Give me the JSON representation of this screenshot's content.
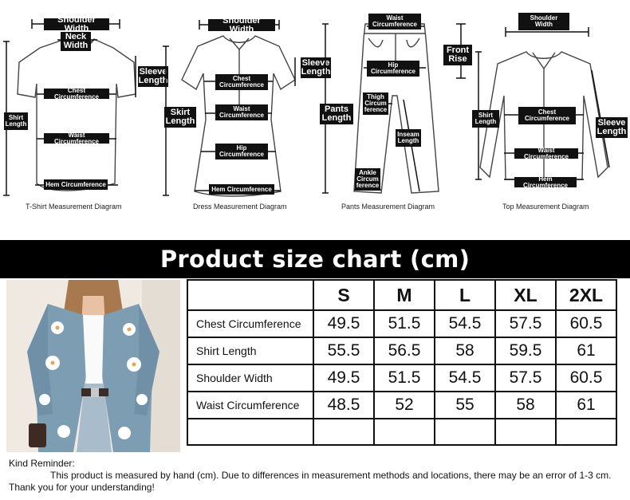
{
  "diagrams": [
    {
      "caption": "T-Shirt Measurement Diagram",
      "tags": {
        "shoulder": "Shoulder Width",
        "neck": "Neck\nWidth",
        "sleeve": "Sleeve\nLength",
        "chest": "Chest Circumference",
        "length": "Shirt\nLength",
        "waist": "Waist Circumference",
        "hem": "Hem Circumference"
      }
    },
    {
      "caption": "Dress Measurement Diagram",
      "tags": {
        "shoulder": "Shoulder Width",
        "sleeve": "Sleeve\nLength",
        "chest": "Chest\nCircumference",
        "waist": "Waist\nCircumference",
        "length": "Skirt\nLength",
        "hip": "Hip\nCircumference",
        "hem": "Hem Circumference"
      }
    },
    {
      "caption": "Pants Measurement Diagram",
      "tags": {
        "waist": "Waist\nCircumference",
        "rise": "Front\nRise",
        "hip": "Hip\nCircumference",
        "thigh": "Thigh\nCircum\nference",
        "length": "Pants\nLength",
        "inseam": "Inseam\nLength",
        "ankle": "Ankle\nCircum\nference"
      }
    },
    {
      "caption": "Top Measurement Diagram",
      "tags": {
        "shoulder": "Shoulder\nWidth",
        "length": "Shirt\nLength",
        "chest": "Chest\nCircumference",
        "sleeve": "Sleeve\nLength",
        "waist": "Waist Circumference",
        "hem": "Hem Circumference"
      }
    }
  ],
  "title": "Product size chart  (cm)",
  "table": {
    "sizes": [
      "S",
      "M",
      "L",
      "XL",
      "2XL"
    ],
    "rows": [
      {
        "label": "Chest Circumference",
        "values": [
          "49.5",
          "51.5",
          "54.5",
          "57.5",
          "60.5"
        ]
      },
      {
        "label": "Shirt Length",
        "values": [
          "55.5",
          "56.5",
          "58",
          "59.5",
          "61"
        ]
      },
      {
        "label": "Shoulder Width",
        "values": [
          "49.5",
          "51.5",
          "54.5",
          "57.5",
          "60.5"
        ]
      },
      {
        "label": "Waist Circumference",
        "values": [
          "48.5",
          "52",
          "55",
          "58",
          "61"
        ]
      }
    ]
  },
  "reminder": {
    "heading": "Kind Reminder:",
    "body": "This product is measured by hand (cm). Due to differences in measurement methods and locations, there may be an error of 1-3 cm. Thank you for your understanding!"
  },
  "colors": {
    "garment_outline": "#444444",
    "tag_background": "#111111",
    "cardigan_blue": "#7d9db3",
    "denim": "#a9bccb"
  }
}
